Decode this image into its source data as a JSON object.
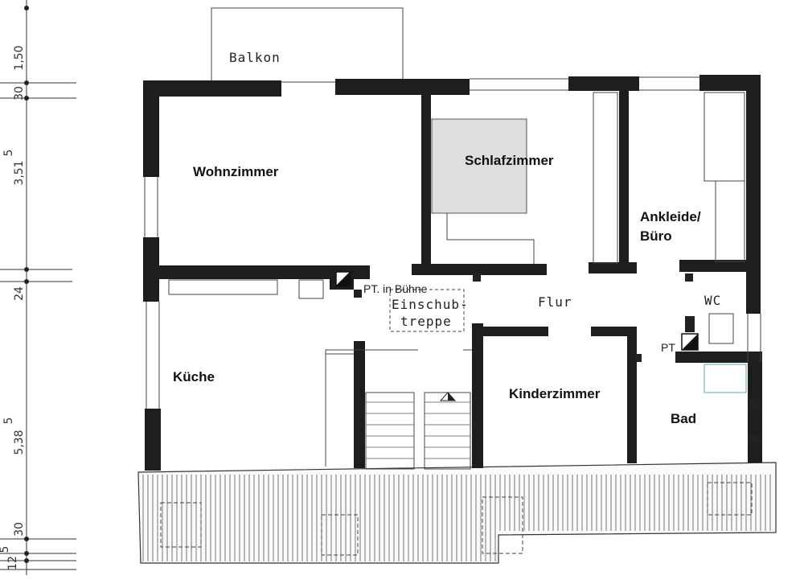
{
  "rooms": {
    "balkon": "Balkon",
    "wohnzimmer": "Wohnzimmer",
    "schlafzimmer": "Schlafzimmer",
    "ankleide_line1": "Ankleide/",
    "ankleide_line2": "Büro",
    "flur": "Flur",
    "wc": "WC",
    "kueche": "Küche",
    "kinderzimmer": "Kinderzimmer",
    "bad": "Bad"
  },
  "annotations": {
    "pt_buehne": "PT. in Bühne",
    "einschub_line1": "Einschub-",
    "einschub_line2": "treppe",
    "pt_wc": "PT"
  },
  "dimensions": {
    "d1": "1,50",
    "d2": "30",
    "d3": "3,51",
    "d3_sup": "5",
    "d4": "24",
    "d5": "5,38",
    "d5_sup": "5",
    "d6": "30",
    "d7": "12",
    "d7_sup": "5"
  },
  "colors": {
    "wall": "#1e1e1e",
    "bath_fixture": "#5aa7b0"
  }
}
